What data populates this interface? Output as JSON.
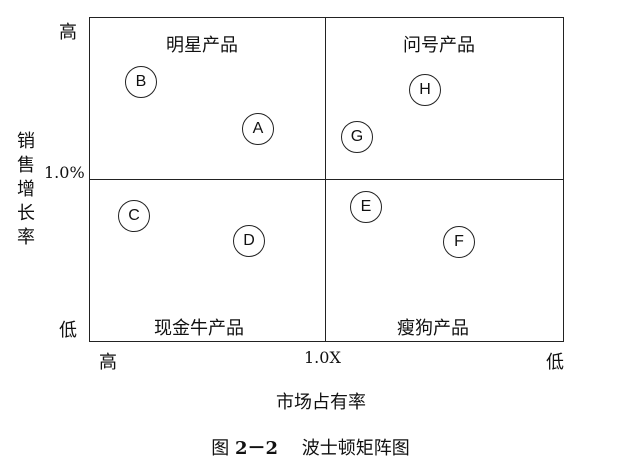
{
  "matrix": {
    "y_axis": {
      "title": "销售增长率",
      "high": "高",
      "mid": "1.0%",
      "low": "低"
    },
    "x_axis": {
      "title": "市场占有率",
      "high": "高",
      "mid": "1.0X",
      "low": "低"
    },
    "quadrants": {
      "top_left": "明星产品",
      "top_right": "问号产品",
      "bottom_left": "现金牛产品",
      "bottom_right": "瘦狗产品"
    },
    "nodes": [
      "A",
      "B",
      "C",
      "D",
      "E",
      "F",
      "G",
      "H"
    ]
  },
  "caption": {
    "prefix": "图",
    "number": "2－2",
    "title": "波士顿矩阵图"
  }
}
